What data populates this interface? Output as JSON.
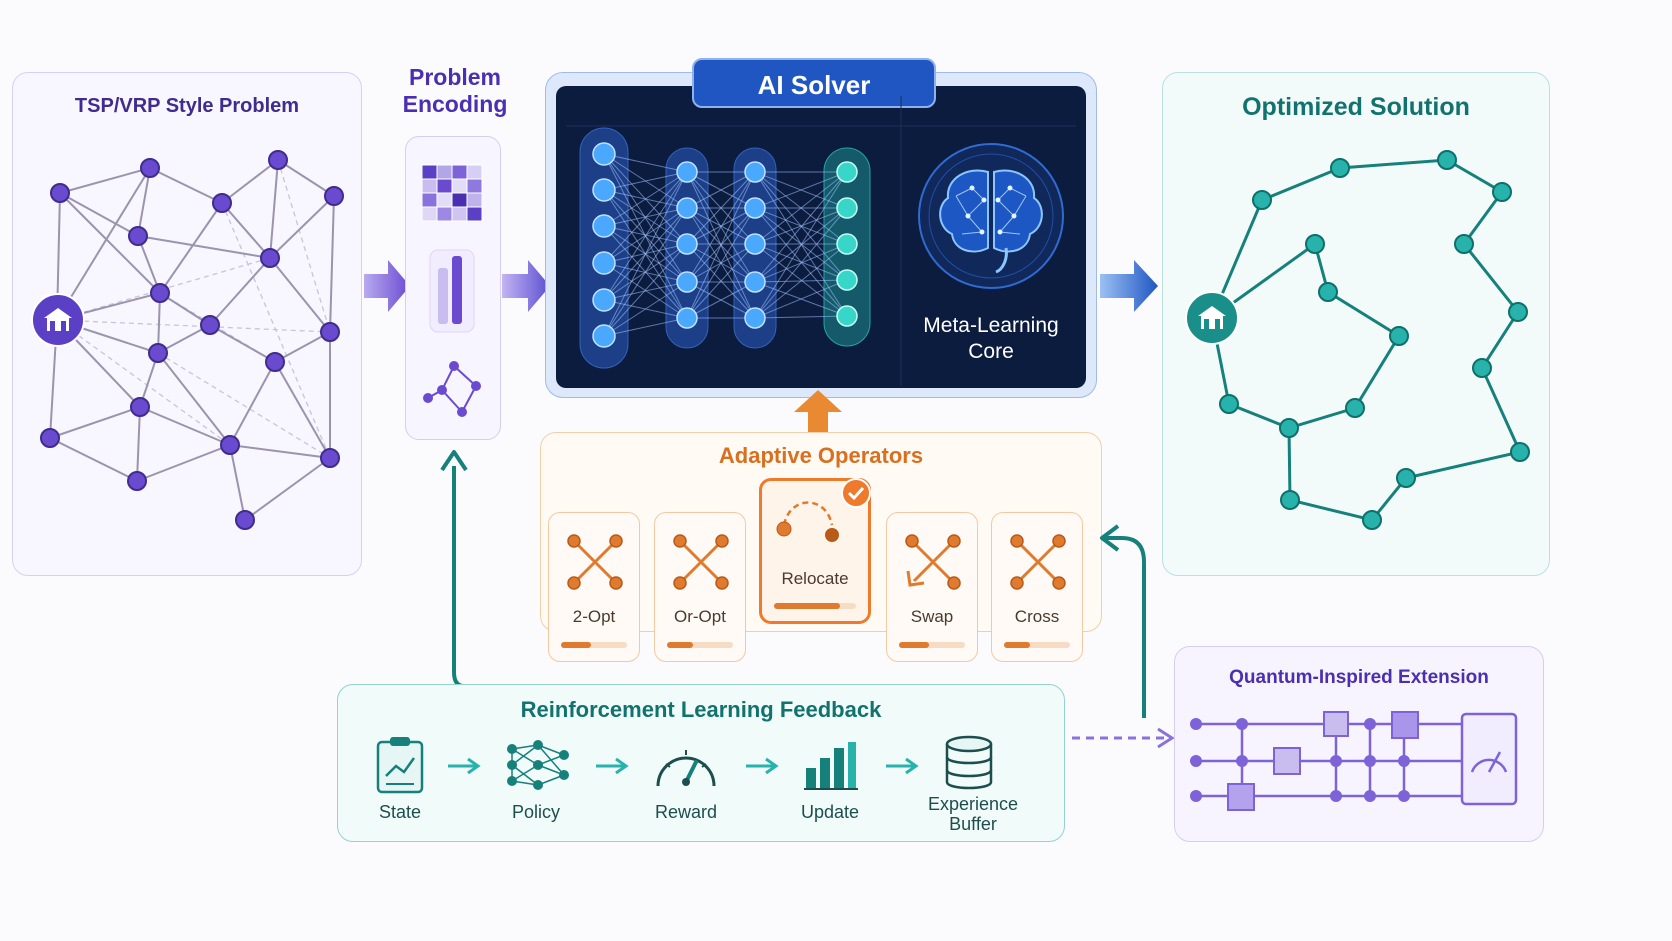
{
  "problem": {
    "title": "TSP/VRP Style Problem"
  },
  "encoding": {
    "title_line1": "Problem",
    "title_line2": "Encoding"
  },
  "solver": {
    "title": "AI Solver",
    "core_line1": "Meta-Learning",
    "core_line2": "Core"
  },
  "solution": {
    "title": "Optimized Solution"
  },
  "operators": {
    "title": "Adaptive Operators",
    "items": [
      {
        "label": "2-Opt",
        "level": 0.45,
        "icon": "cross-swap-icon"
      },
      {
        "label": "Or-Opt",
        "level": 0.4,
        "icon": "cross-swap-icon"
      },
      {
        "label": "Relocate",
        "level": 0.8,
        "icon": "relocate-arc-icon",
        "selected": true
      },
      {
        "label": "Swap",
        "level": 0.45,
        "icon": "swap-arrow-icon"
      },
      {
        "label": "Cross",
        "level": 0.4,
        "icon": "cross-swap-icon"
      }
    ]
  },
  "rl": {
    "title": "Reinforcement Learning Feedback",
    "steps": [
      {
        "label": "State",
        "icon": "clipboard-chart-icon"
      },
      {
        "label": "Policy",
        "icon": "network-icon"
      },
      {
        "label": "Reward",
        "icon": "gauge-icon"
      },
      {
        "label": "Update",
        "icon": "bar-chart-icon"
      },
      {
        "label_line1": "Experience",
        "label_line2": "Buffer",
        "icon": "database-icon"
      }
    ]
  },
  "quantum": {
    "title": "Quantum-Inspired Extension"
  },
  "colors": {
    "purple": "#5b3fc4",
    "teal": "#1a8f8a",
    "orange": "#e07a2e",
    "navy": "#0c1c3f",
    "blue": "#1f56c2"
  }
}
